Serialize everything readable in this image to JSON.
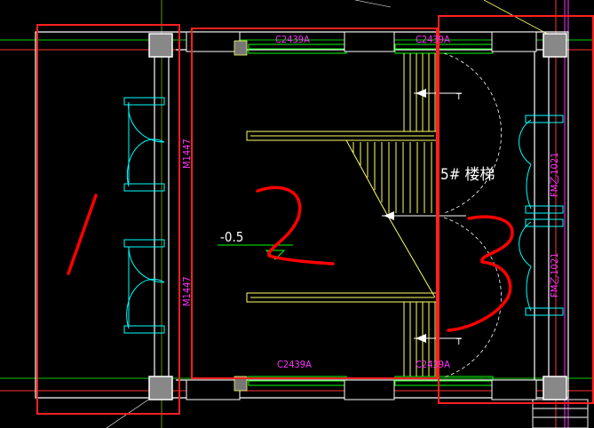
{
  "drawing": {
    "window_tag_top_left": "C2439A",
    "window_tag_top_right": "C2439A",
    "window_tag_bottom_left": "C2439A",
    "window_tag_bottom_right": "C2439A",
    "door_tag_left_upper": "M1447",
    "door_tag_left_lower": "M1447",
    "door_tag_right_upper": "FM乙1021",
    "door_tag_right_lower": "FM乙1021",
    "stair_label": "5# 楼梯",
    "level_label": "-0.5",
    "step_mark": "T",
    "handwritten_1": "1",
    "handwritten_2": "2",
    "handwritten_3": "3"
  },
  "colors": {
    "background": "#000000",
    "wall": "#ffffff",
    "window": "#00ff00",
    "stair": "#ffff66",
    "door": "#00ffff",
    "tag": "#ff33ff",
    "annotation": "#ff0000",
    "red_thin": "#ff2020"
  }
}
